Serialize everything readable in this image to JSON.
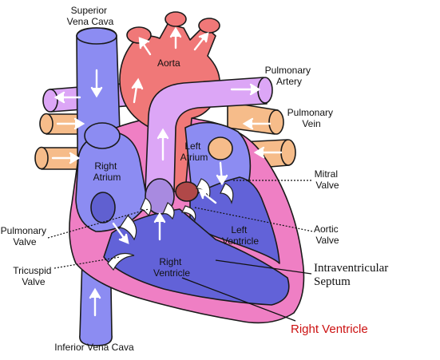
{
  "labels": {
    "superior_vena_cava": [
      "Superior",
      "Vena Cava"
    ],
    "aorta": "Aorta",
    "pulmonary_artery": [
      "Pulmonary",
      "Artery"
    ],
    "pulmonary_vein": [
      "Pulmonary",
      "Vein"
    ],
    "left_atrium": [
      "Left",
      "Atrium"
    ],
    "right_atrium": [
      "Right",
      "Atrium"
    ],
    "mitral_valve": [
      "Mitral",
      "Valve"
    ],
    "pulmonary_valve": [
      "Pulmonary",
      "Valve"
    ],
    "aortic_valve": [
      "Aortic",
      "Valve"
    ],
    "left_ventricle": [
      "Left",
      "Ventricle"
    ],
    "tricuspid_valve": [
      "Tricuspid",
      "Valve"
    ],
    "right_ventricle_inner": [
      "Right",
      "Ventricle"
    ],
    "intraventricular_septum": [
      "Intraventricular",
      "Septum"
    ],
    "right_ventricle_callout": "Right Ventricle",
    "inferior_vena_cava": "Inferior Vena Cava"
  },
  "colors": {
    "vena_cava": "#8c8cf2",
    "aorta": "#f07878",
    "pulmonary_artery": "#dca6f6",
    "pulmonary_vein": "#f6bc8a",
    "heart_wall": "#ef7fc4",
    "left_chambers": "#6262d8",
    "callout_red": "#cc1111"
  }
}
